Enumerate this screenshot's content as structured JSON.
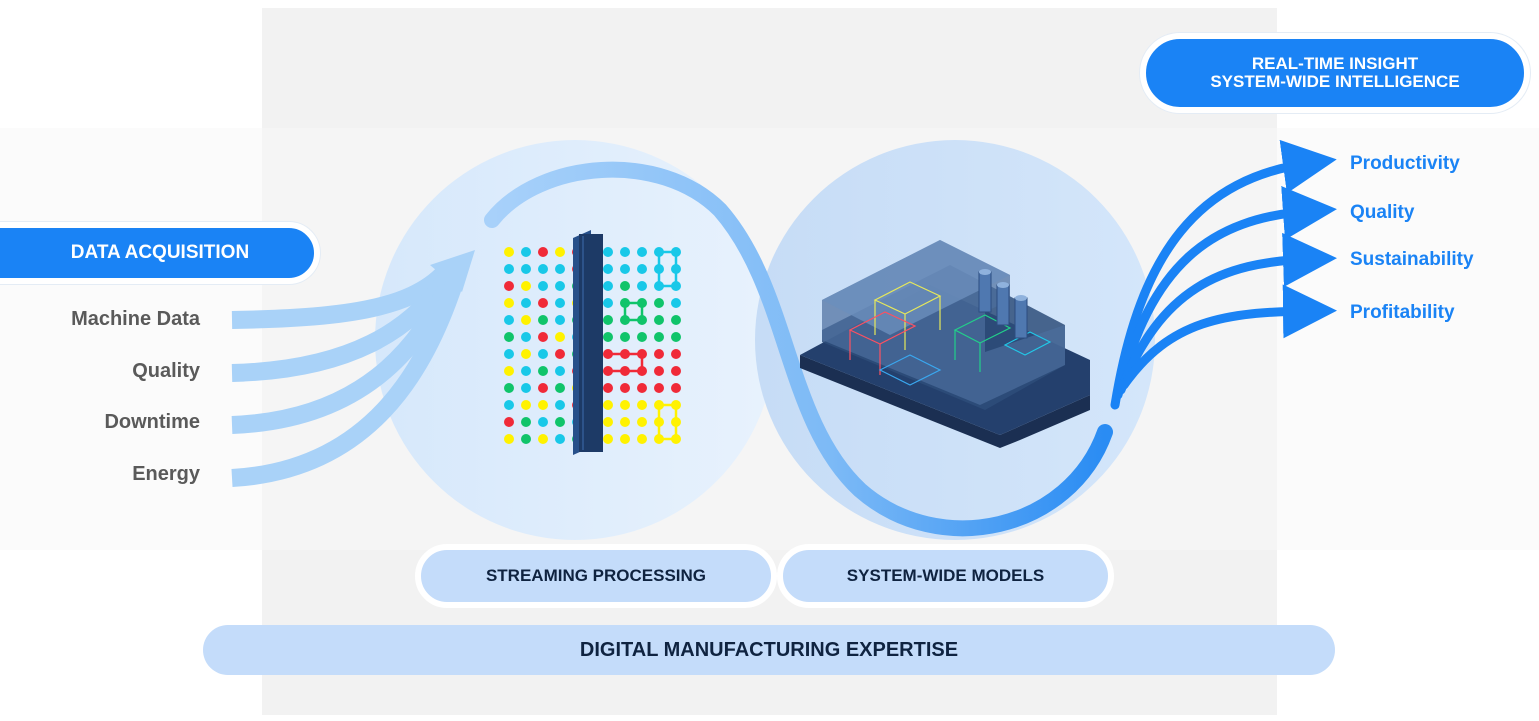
{
  "acquisition": {
    "title": "DATA ACQUISITION",
    "inputs": [
      "Machine Data",
      "Quality",
      "Downtime",
      "Energy"
    ]
  },
  "insight": {
    "line1": "REAL-TIME INSIGHT",
    "line2": "SYSTEM-WIDE INTELLIGENCE"
  },
  "outcomes": [
    "Productivity",
    "Quality",
    "Sustainability",
    "Profitability"
  ],
  "stages": {
    "streaming": "STREAMING PROCESSING",
    "models": "SYSTEM-WIDE MODELS"
  },
  "foundation": "DIGITAL MANUFACTURING EXPERTISE",
  "colors": {
    "accent": "#1a83f5",
    "light_blue": "#c4dcfa",
    "flow_blue": "#9ccaf6",
    "panel_gray": "#f2f2f2",
    "dot_yellow": "#fff200",
    "dot_cyan": "#18c8e8",
    "dot_red": "#f02a38",
    "dot_green": "#10c46a",
    "filter_navy": "#1d3a66"
  }
}
